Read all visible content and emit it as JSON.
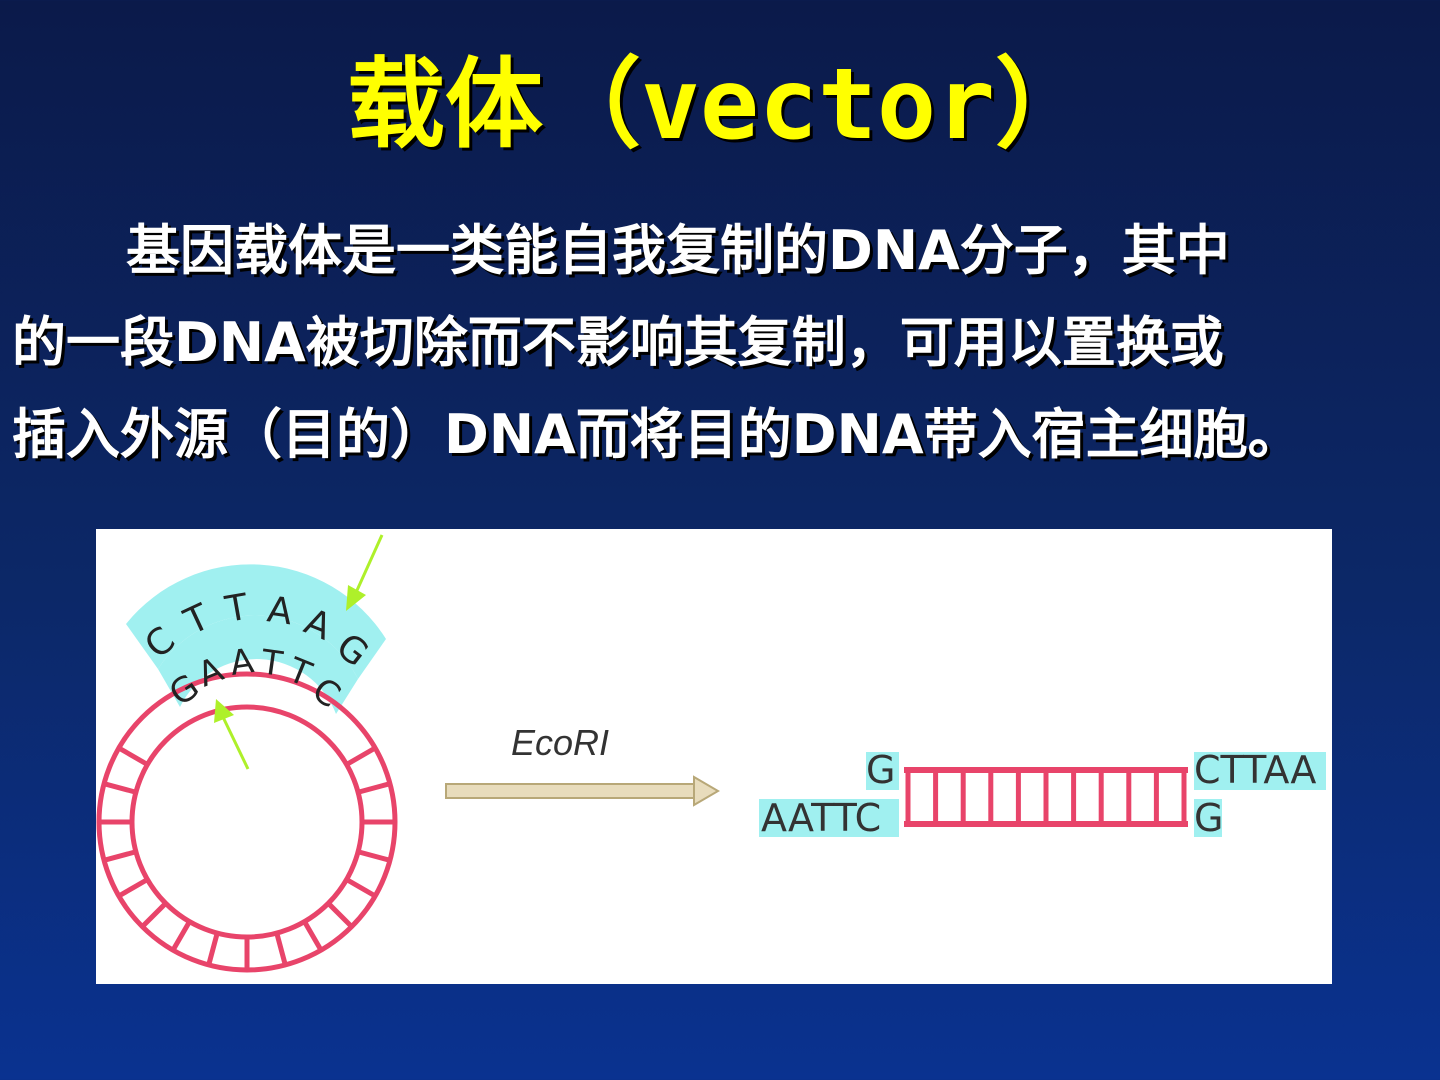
{
  "title": {
    "cn": "载体（",
    "en": "vector",
    "close": "）"
  },
  "paragraph": {
    "line1": "基因载体是一类能自我复制的DNA分子，其中",
    "line2": "的一段DNA被切除而不影响其复制，可用以置换或",
    "line3": "插入外源（目的）DNA而将目的DNA带入宿主细胞。"
  },
  "diagram": {
    "outer_seq": [
      "C",
      "T",
      "T",
      "A",
      "A",
      "G"
    ],
    "inner_seq": [
      "G",
      "A",
      "A",
      "T",
      "T",
      "C"
    ],
    "enzyme": "EcoRI",
    "left_top": "G",
    "left_bottom": "AATTC",
    "right_top": "CTTAA",
    "right_bottom": "G",
    "colors": {
      "strand": "#e8446a",
      "highlight": "#a0f0f0",
      "arrow_green": "#aef02a",
      "process_arrow": "#d8c9a0"
    }
  }
}
